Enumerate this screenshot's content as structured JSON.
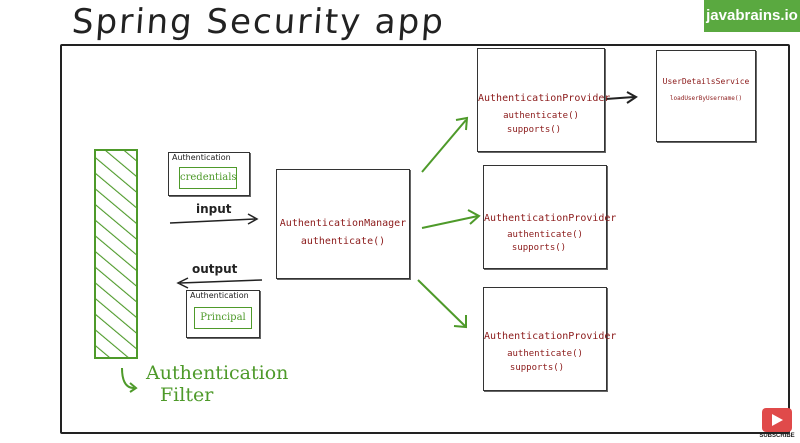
{
  "title": "Spring Security app",
  "brand": "javabrains.io",
  "filter": {
    "label_line1": "Authentication",
    "label_line2": "Filter"
  },
  "input_block": {
    "outer_label": "Authentication",
    "inner_label": "credentials",
    "arrow_label": "input"
  },
  "output_block": {
    "outer_label": "Authentication",
    "inner_label": "Principal",
    "arrow_label": "output"
  },
  "manager": {
    "name": "AuthenticationManager",
    "method": "authenticate()"
  },
  "providers": [
    {
      "name": "AuthenticationProvider",
      "method1": "authenticate()",
      "method2": "supports()"
    },
    {
      "name": "AuthenticationProvider",
      "method1": "authenticate()",
      "method2": "supports()"
    },
    {
      "name": "AuthenticationProvider",
      "method1": "authenticate()",
      "method2": "supports()"
    }
  ],
  "user_details": {
    "name": "UserDetailsService",
    "method": "loadUserByUsername()"
  },
  "subscribe": "SUBSCRIBE",
  "colors": {
    "accent_green": "#4e9a2a",
    "code_red": "#8b1a1a",
    "brand_bg": "#5aa940"
  }
}
